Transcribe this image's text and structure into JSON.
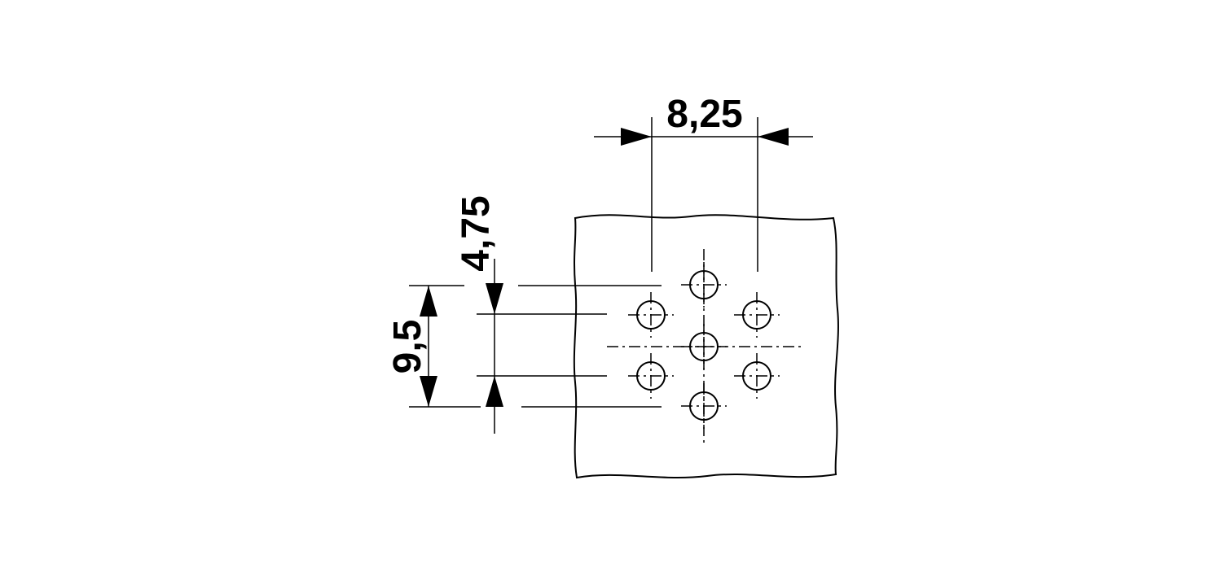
{
  "drawing": {
    "stroke_color": "#000000",
    "background": "#ffffff",
    "dimensions": {
      "horizontal": {
        "label": "8,25",
        "value": 8.25
      },
      "vertical_pitch": {
        "label": "4,75",
        "value": 4.75
      },
      "vertical_total": {
        "label": "9,5",
        "value": 9.5
      }
    },
    "holes": [
      {
        "name": "top"
      },
      {
        "name": "upper-left"
      },
      {
        "name": "upper-right"
      },
      {
        "name": "center"
      },
      {
        "name": "lower-left"
      },
      {
        "name": "lower-right"
      },
      {
        "name": "bottom"
      }
    ]
  }
}
